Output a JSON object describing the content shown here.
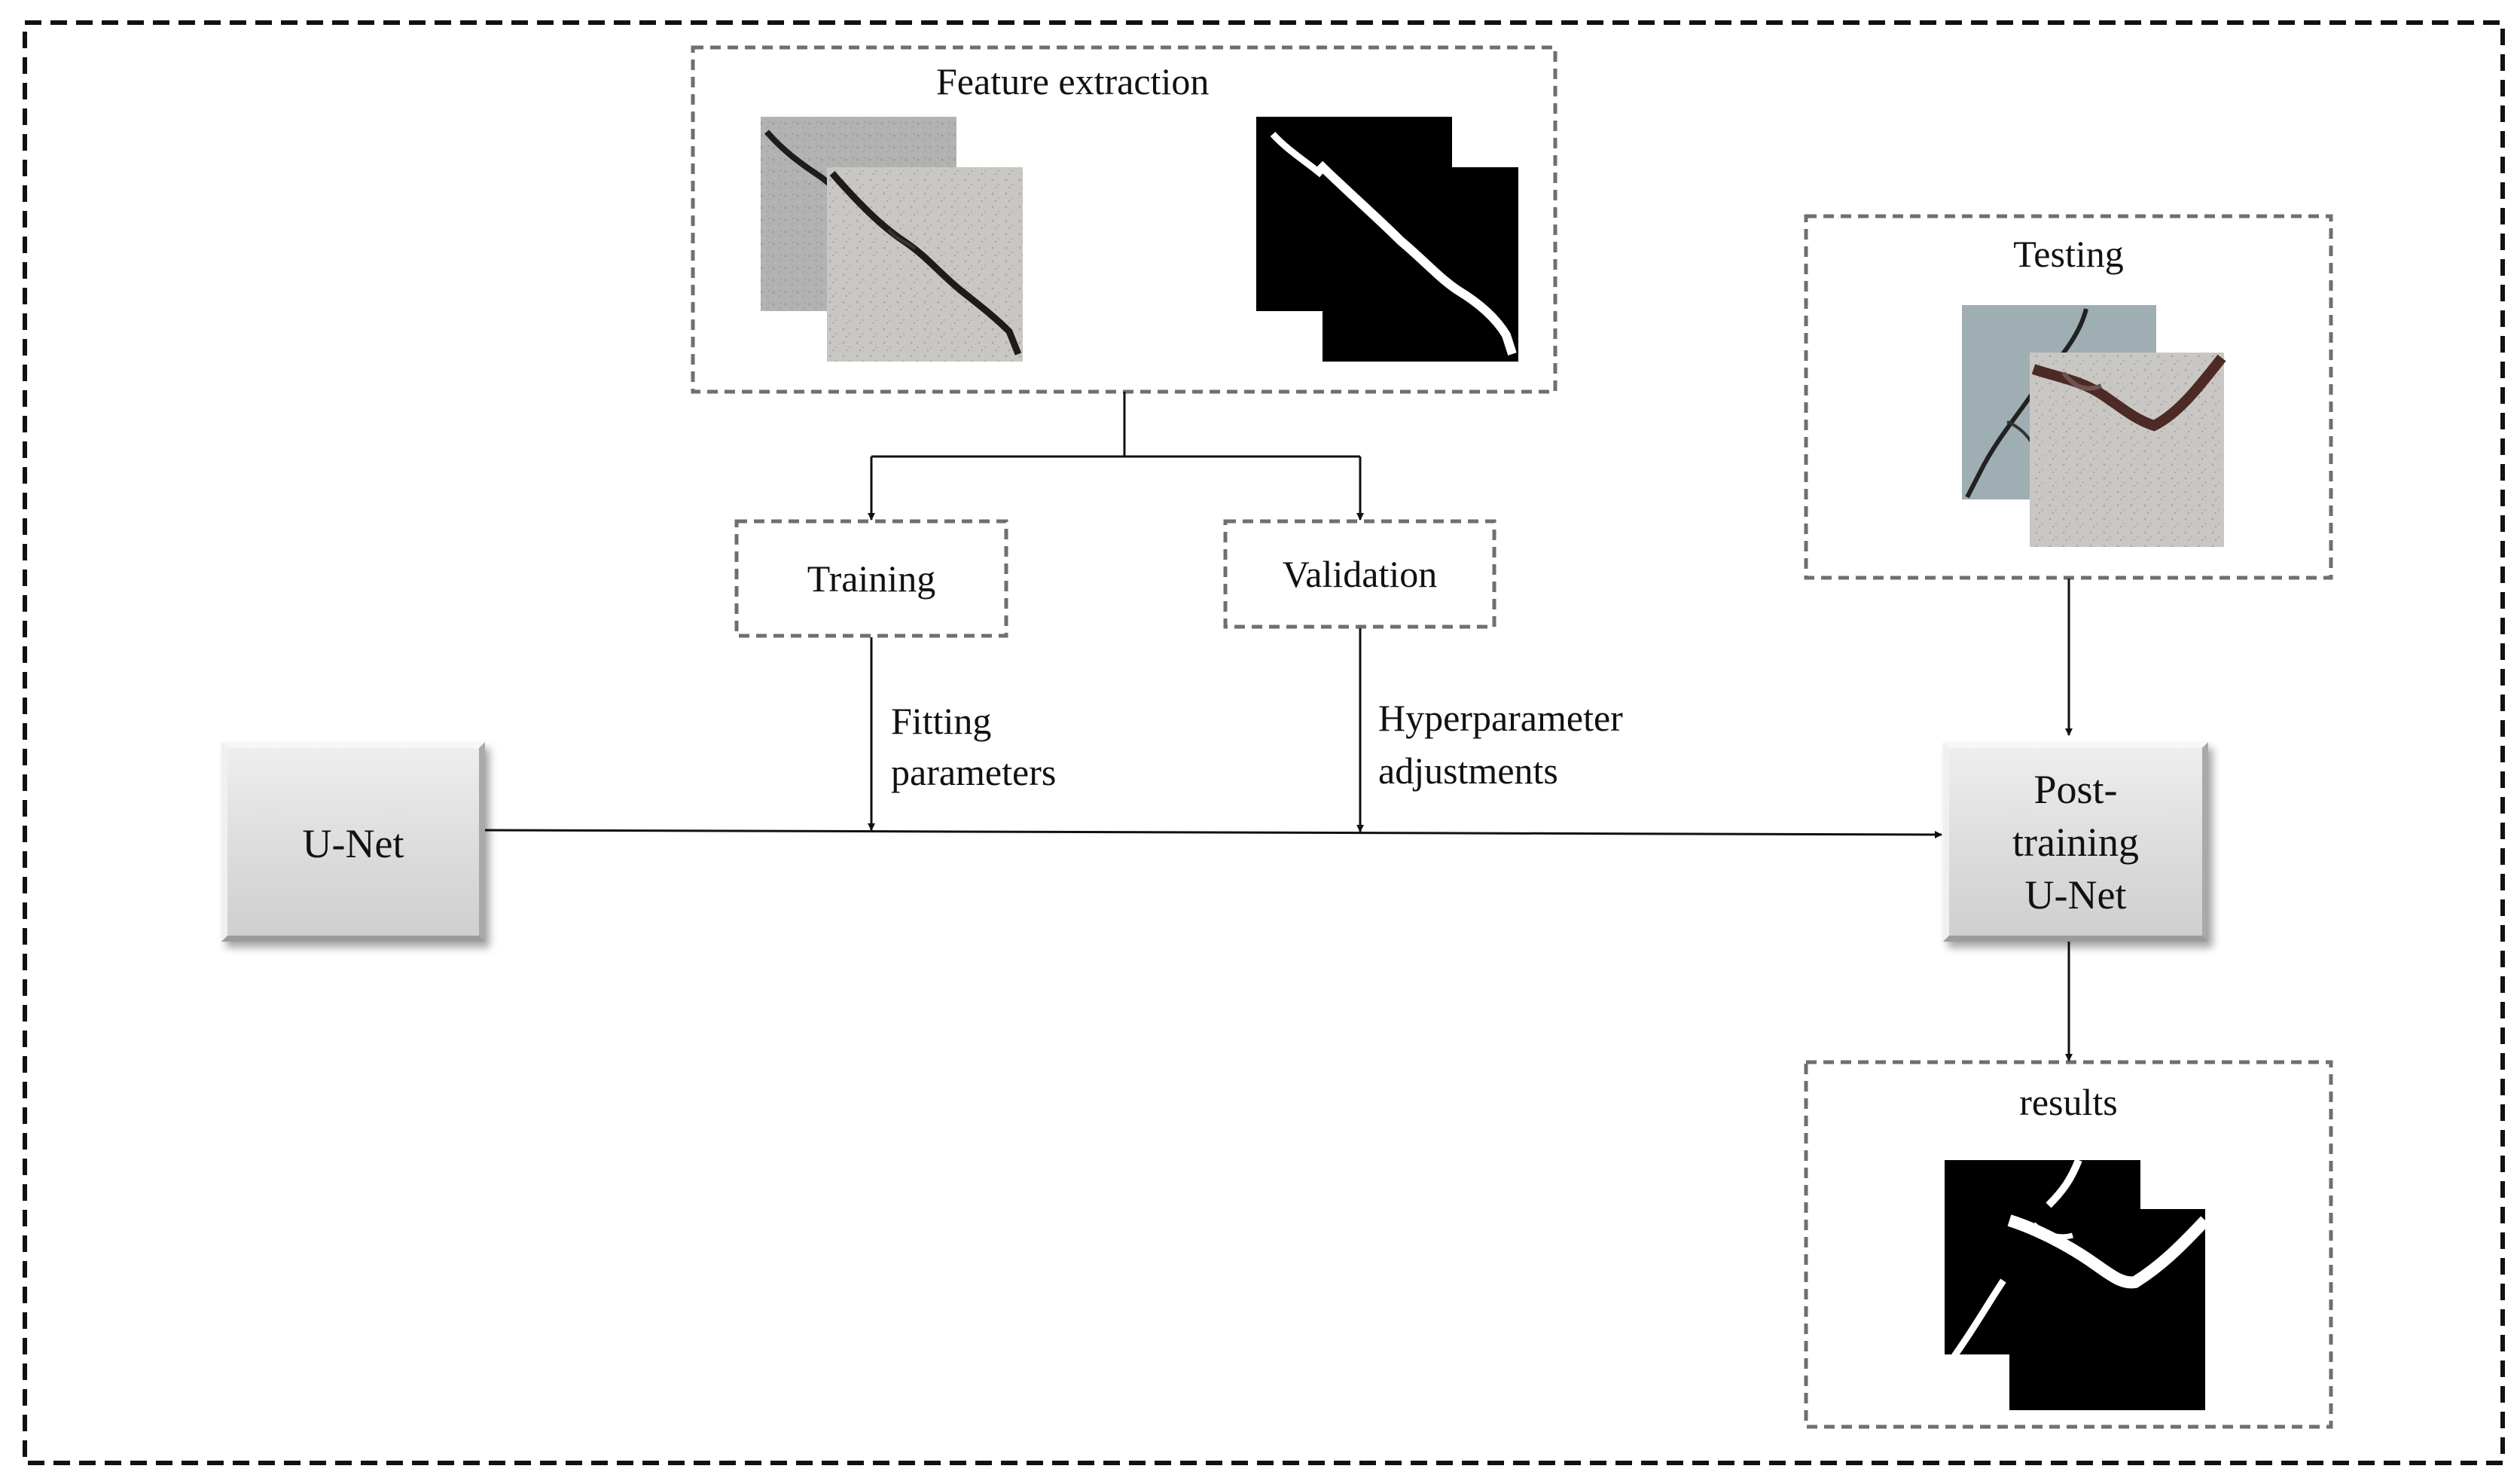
{
  "panels": {
    "feature_extraction": {
      "title": "Feature extraction"
    },
    "training": {
      "label": "Training"
    },
    "validation": {
      "label": "Validation"
    },
    "testing": {
      "title": "Testing"
    },
    "results": {
      "title": "results"
    }
  },
  "nodes": {
    "unet": {
      "label": "U-Net"
    },
    "post_training": {
      "line1": "Post-",
      "line2": "training",
      "line3": "U-Net"
    }
  },
  "edge_labels": {
    "fitting": {
      "line1": "Fitting",
      "line2": "parameters"
    },
    "hyperparameter": {
      "line1": "Hyperparameter",
      "line2": "adjustments"
    }
  },
  "images": {
    "raw_crack": "crack-photo-icon",
    "mask_crack": "binary-mask-icon",
    "test_crack": "crack-photo-icon",
    "result_mask": "binary-mask-icon"
  },
  "colors": {
    "line": "#111111",
    "dash_box": "#6f6f6f",
    "node_fill": "#dcdcdc"
  }
}
